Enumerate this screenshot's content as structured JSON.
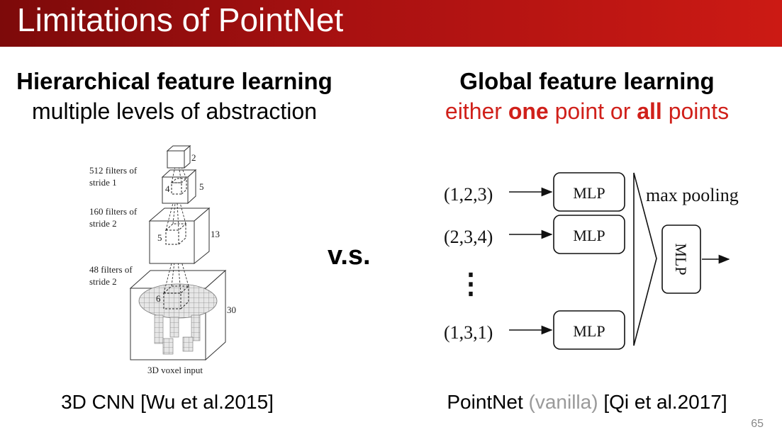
{
  "slide": {
    "title": "Limitations of PointNet",
    "page_number": "65"
  },
  "left": {
    "heading": "Hierarchical feature learning",
    "subheading": "multiple levels of abstraction",
    "caption": "3D CNN [Wu et al.2015]",
    "diagram": {
      "labels": {
        "layer3": "512 filters of\nstride 1",
        "layer2": "160 filters of\nstride 2",
        "layer1": "48 filters of\nstride 2",
        "input": "3D voxel input"
      },
      "sizes": {
        "top": "2",
        "l3_inner": "4",
        "l3_outer": "5",
        "l2_inner": "5",
        "l2_outer": "13",
        "l1_inner": "6",
        "l1_outer": "30"
      }
    }
  },
  "vs": "v.s.",
  "right": {
    "heading": "Global feature learning",
    "subheading": {
      "p1": "either ",
      "one": "one",
      "p2": " point or ",
      "all": "all",
      "p3": " points"
    },
    "caption": {
      "p1": "PointNet ",
      "vanilla": "(vanilla)",
      "p2": " [Qi et al.2017]"
    },
    "diagram": {
      "inputs": [
        "(1,2,3)",
        "(2,3,4)",
        "(1,3,1)"
      ],
      "mlp_label": "MLP",
      "ellipsis": "⋮",
      "pool_label": "max pooling",
      "final_mlp": "MLP"
    }
  }
}
